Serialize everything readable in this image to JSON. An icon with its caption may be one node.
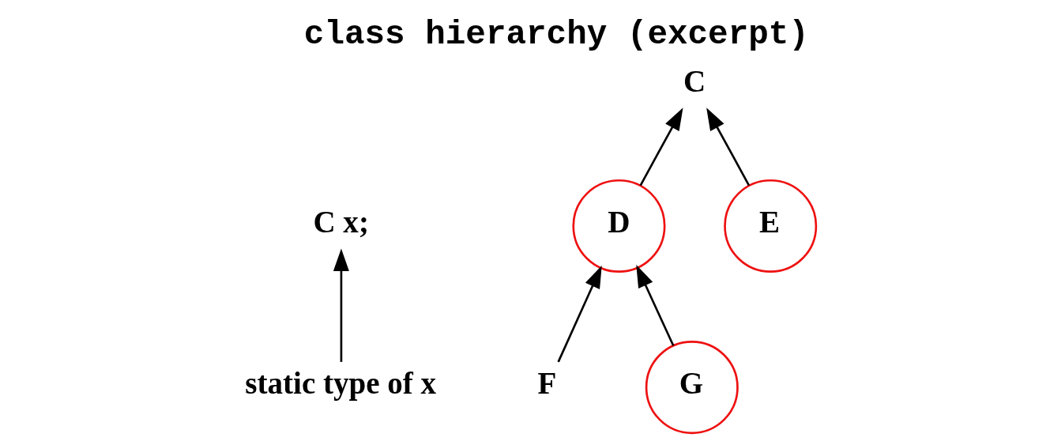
{
  "diagram": {
    "title": "class hierarchy (excerpt)",
    "nodes": [
      {
        "text": [
          "C x;"
        ]
      },
      {
        "text": [
          "static type of x"
        ]
      },
      {
        "text": [
          "C"
        ]
      },
      {
        "text": [
          "D"
        ]
      },
      {
        "text": [
          "E"
        ]
      },
      {
        "text": [
          "F"
        ]
      },
      {
        "text": [
          "G"
        ]
      }
    ],
    "edges": [
      {
        "from": 1,
        "to": 0,
        "arrow": "to"
      },
      {
        "from": 3,
        "to": 2,
        "arrow": "to"
      },
      {
        "from": 4,
        "to": 2,
        "arrow": "to"
      },
      {
        "from": 5,
        "to": 3,
        "arrow": "to"
      },
      {
        "from": 6,
        "to": 3,
        "arrow": "to"
      }
    ]
  }
}
